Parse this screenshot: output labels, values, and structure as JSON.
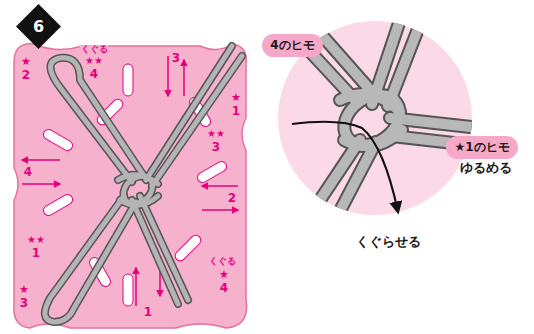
{
  "diagram": {
    "nodes": [
      {
        "text": [
          "6"
        ]
      },
      {
        "text": [
          "4のヒモ"
        ]
      },
      {
        "text": [
          "★1のヒモ"
        ]
      }
    ],
    "labels": [
      "★",
      "2",
      "くぐる",
      "★★",
      "4",
      "3",
      "★",
      "1",
      "★★",
      "3",
      "4",
      "2",
      "★★",
      "1",
      "1",
      "くぐる",
      "★",
      "4",
      "★",
      "3",
      "ゆるめる",
      "くぐらせる"
    ]
  }
}
